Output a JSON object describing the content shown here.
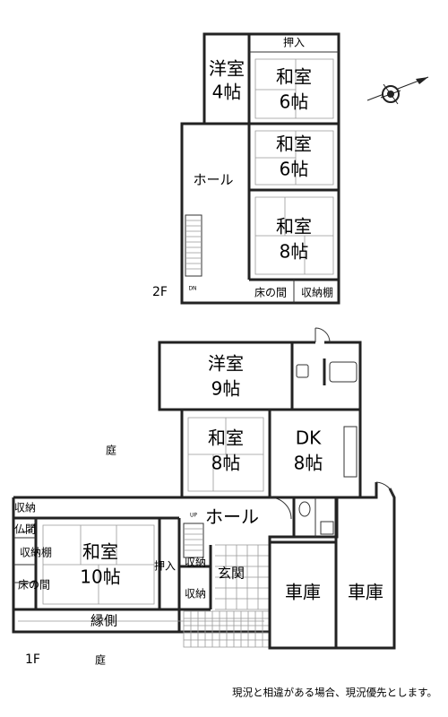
{
  "floor2": {
    "label": "2F",
    "rooms": {
      "yoshitsu_title": "洋室",
      "yoshitsu_size": "4帖",
      "washitsu1_title": "和室",
      "washitsu1_size": "6帖",
      "washitsu2_title": "和室",
      "washitsu2_size": "6帖",
      "washitsu3_title": "和室",
      "washitsu3_size": "8帖",
      "hall": "ホール",
      "oshiire": "押入",
      "tokonoma": "床の間",
      "shunoudana": "収納棚"
    },
    "stairs_mark": "DN"
  },
  "floor1": {
    "label": "1F",
    "rooms": {
      "yoshitsu_title": "洋室",
      "yoshitsu_size": "9帖",
      "washitsu8_title": "和室",
      "washitsu8_size": "8帖",
      "dk_title": "DK",
      "dk_size": "8帖",
      "hall": "ホール",
      "washitsu10_title": "和室",
      "washitsu10_size": "10帖",
      "oshiire": "押入",
      "shunou_a": "収納",
      "shunou_b": "収納",
      "shunou_left": "収納",
      "butsuma": "仏間",
      "shunoudana": "収納棚",
      "tokonoma": "床の間",
      "genkan": "玄関",
      "engawa": "縁側",
      "garage1": "車庫",
      "garage2": "車庫"
    },
    "stairs_mark": "UP"
  },
  "garden_upper": "庭",
  "garden_lower": "庭",
  "footnote": "現況と相違がある場合、現況優先とします。",
  "compass_icon": "north-arrow-compass"
}
